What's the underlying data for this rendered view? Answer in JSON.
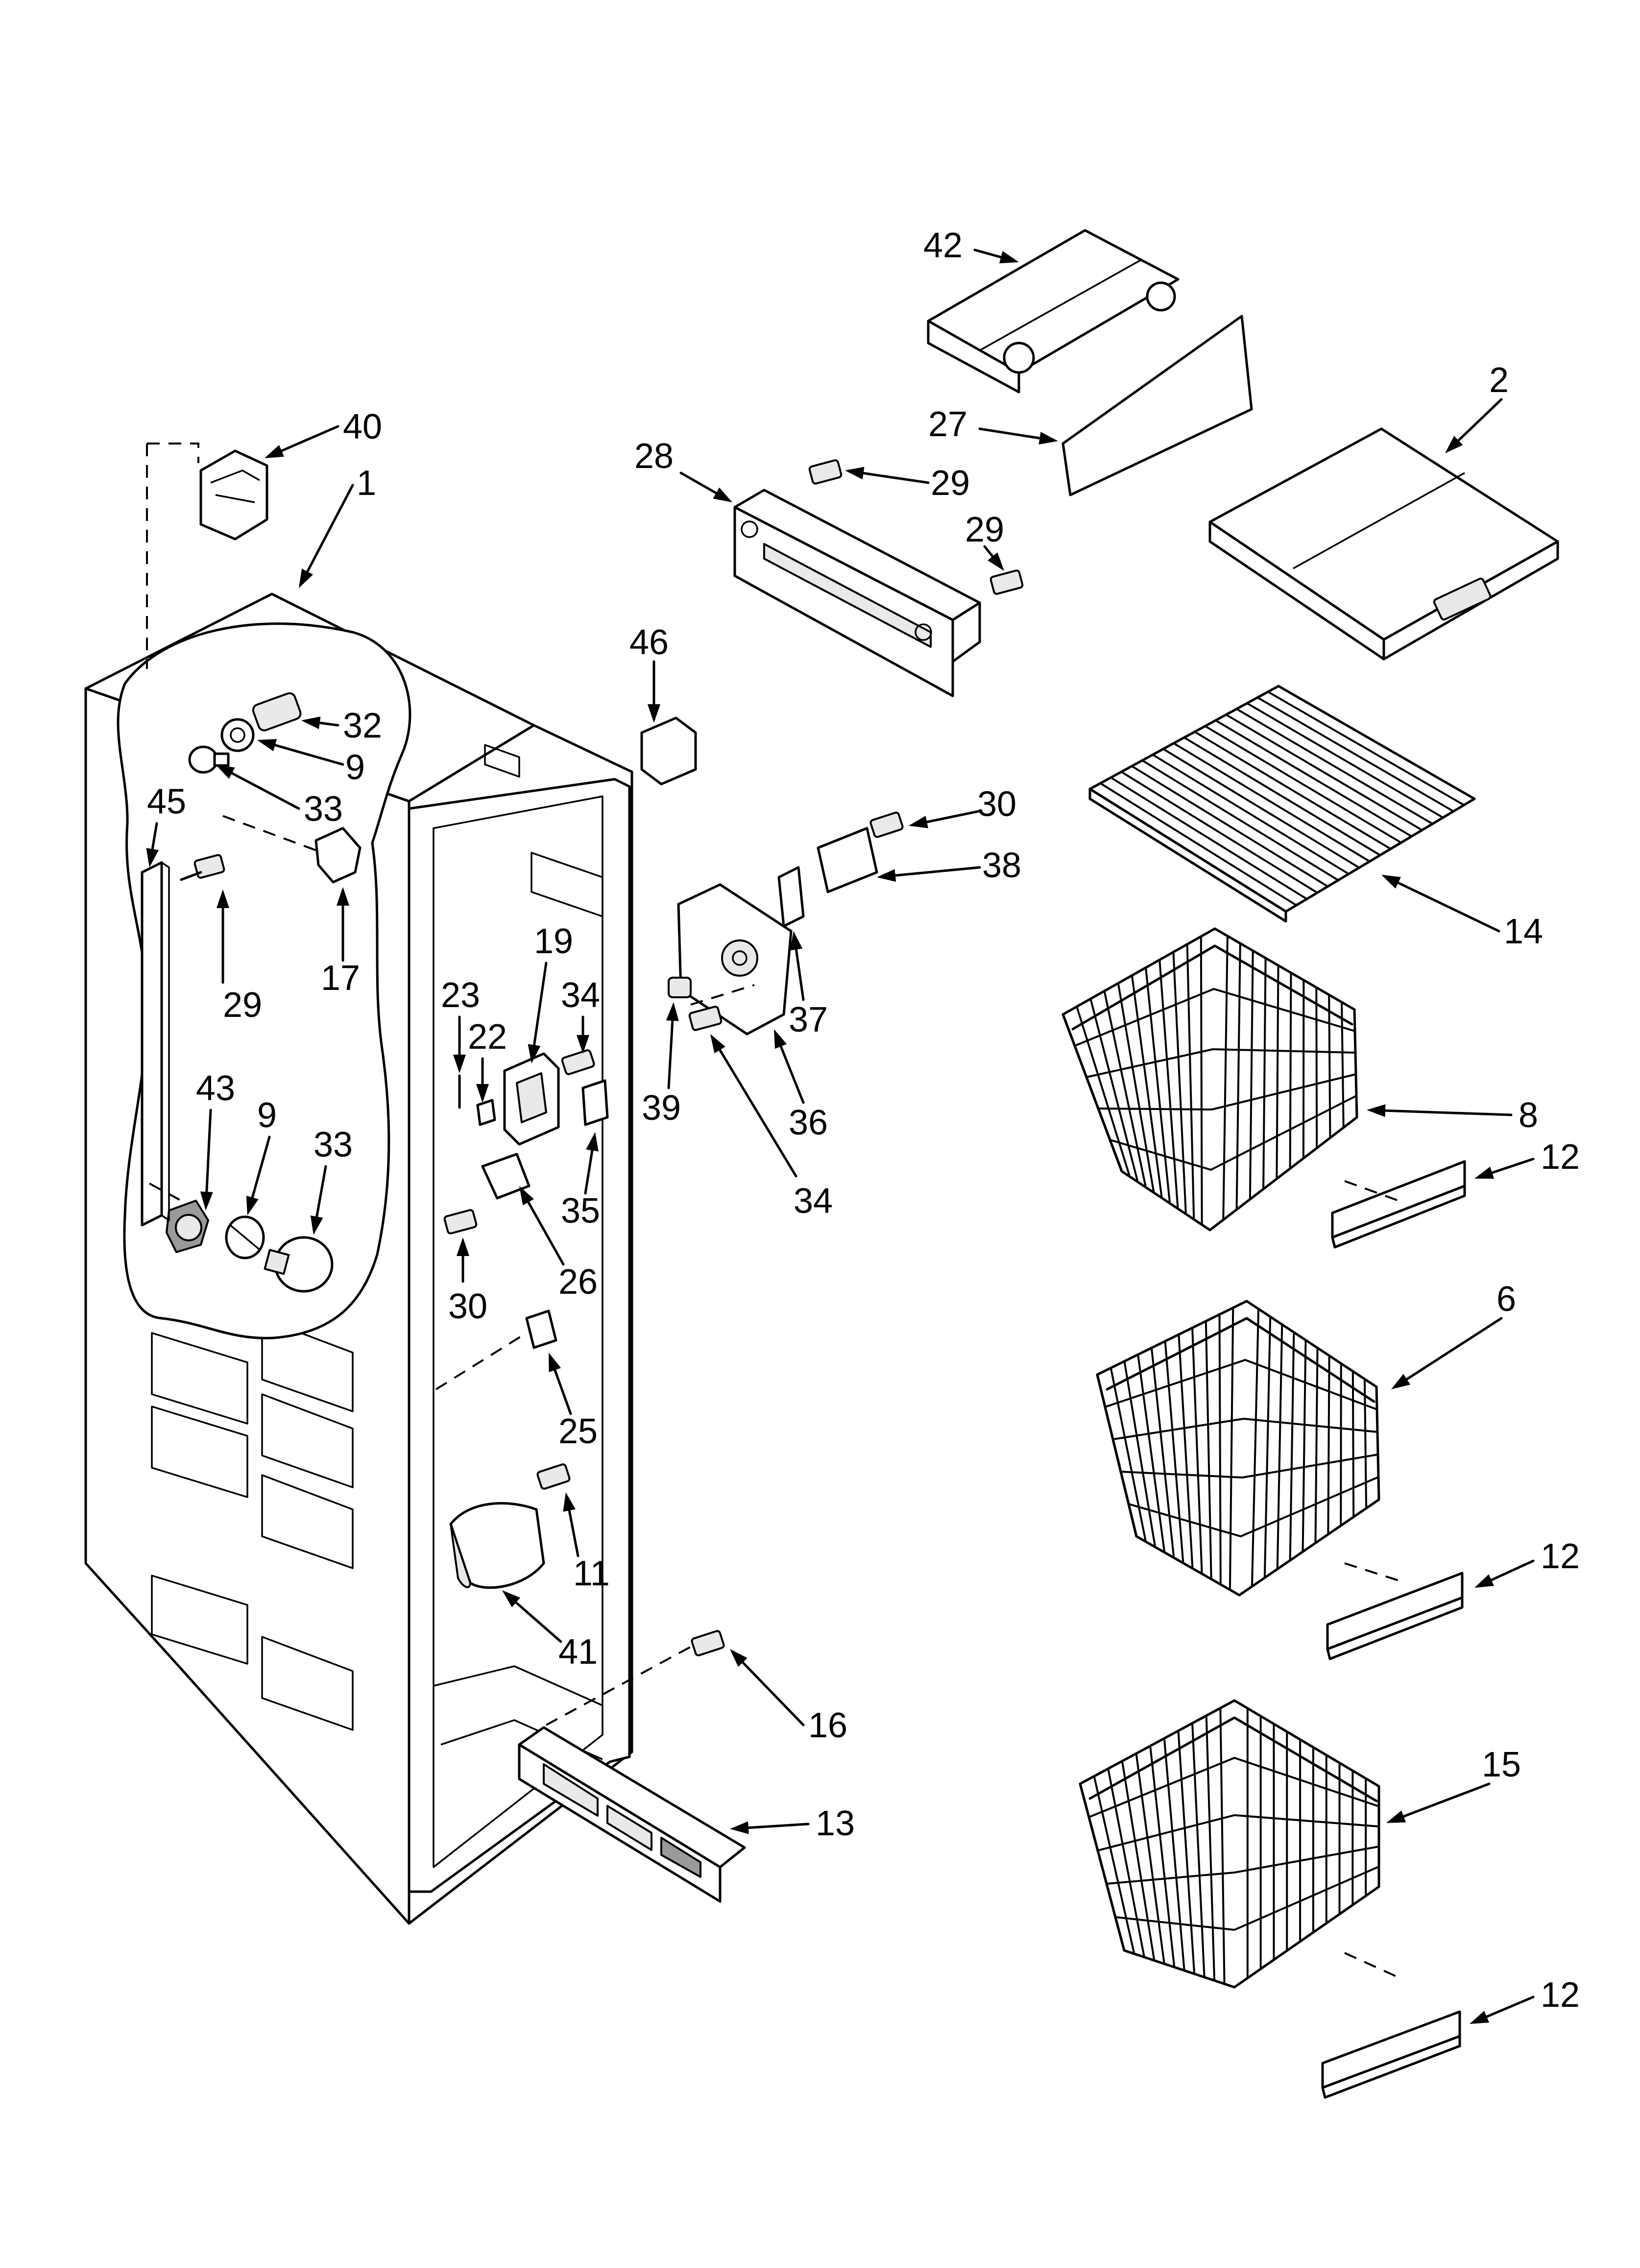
{
  "diagram": {
    "callouts": [
      {
        "id": "c40",
        "label": "40"
      },
      {
        "id": "c1",
        "label": "1"
      },
      {
        "id": "c32",
        "label": "32"
      },
      {
        "id": "c9a",
        "label": "9"
      },
      {
        "id": "c33a",
        "label": "33"
      },
      {
        "id": "c45",
        "label": "45"
      },
      {
        "id": "c17",
        "label": "17"
      },
      {
        "id": "c29a",
        "label": "29"
      },
      {
        "id": "c43",
        "label": "43"
      },
      {
        "id": "c9b",
        "label": "9"
      },
      {
        "id": "c33b",
        "label": "33"
      },
      {
        "id": "c23",
        "label": "23"
      },
      {
        "id": "c22",
        "label": "22"
      },
      {
        "id": "c19",
        "label": "19"
      },
      {
        "id": "c34a",
        "label": "34"
      },
      {
        "id": "c35",
        "label": "35"
      },
      {
        "id": "c26",
        "label": "26"
      },
      {
        "id": "c30a",
        "label": "30"
      },
      {
        "id": "c25",
        "label": "25"
      },
      {
        "id": "c11",
        "label": "11"
      },
      {
        "id": "c41",
        "label": "41"
      },
      {
        "id": "c16",
        "label": "16"
      },
      {
        "id": "c13",
        "label": "13"
      },
      {
        "id": "c28",
        "label": "28"
      },
      {
        "id": "c29b",
        "label": "29"
      },
      {
        "id": "c29c",
        "label": "29"
      },
      {
        "id": "c42",
        "label": "42"
      },
      {
        "id": "c27",
        "label": "27"
      },
      {
        "id": "c2",
        "label": "2"
      },
      {
        "id": "c46",
        "label": "46"
      },
      {
        "id": "c30b",
        "label": "30"
      },
      {
        "id": "c38",
        "label": "38"
      },
      {
        "id": "c37",
        "label": "37"
      },
      {
        "id": "c39",
        "label": "39"
      },
      {
        "id": "c36",
        "label": "36"
      },
      {
        "id": "c34b",
        "label": "34"
      },
      {
        "id": "c14",
        "label": "14"
      },
      {
        "id": "c8",
        "label": "8"
      },
      {
        "id": "c12a",
        "label": "12"
      },
      {
        "id": "c6",
        "label": "6"
      },
      {
        "id": "c12b",
        "label": "12"
      },
      {
        "id": "c15",
        "label": "15"
      },
      {
        "id": "c12c",
        "label": "12"
      }
    ]
  }
}
